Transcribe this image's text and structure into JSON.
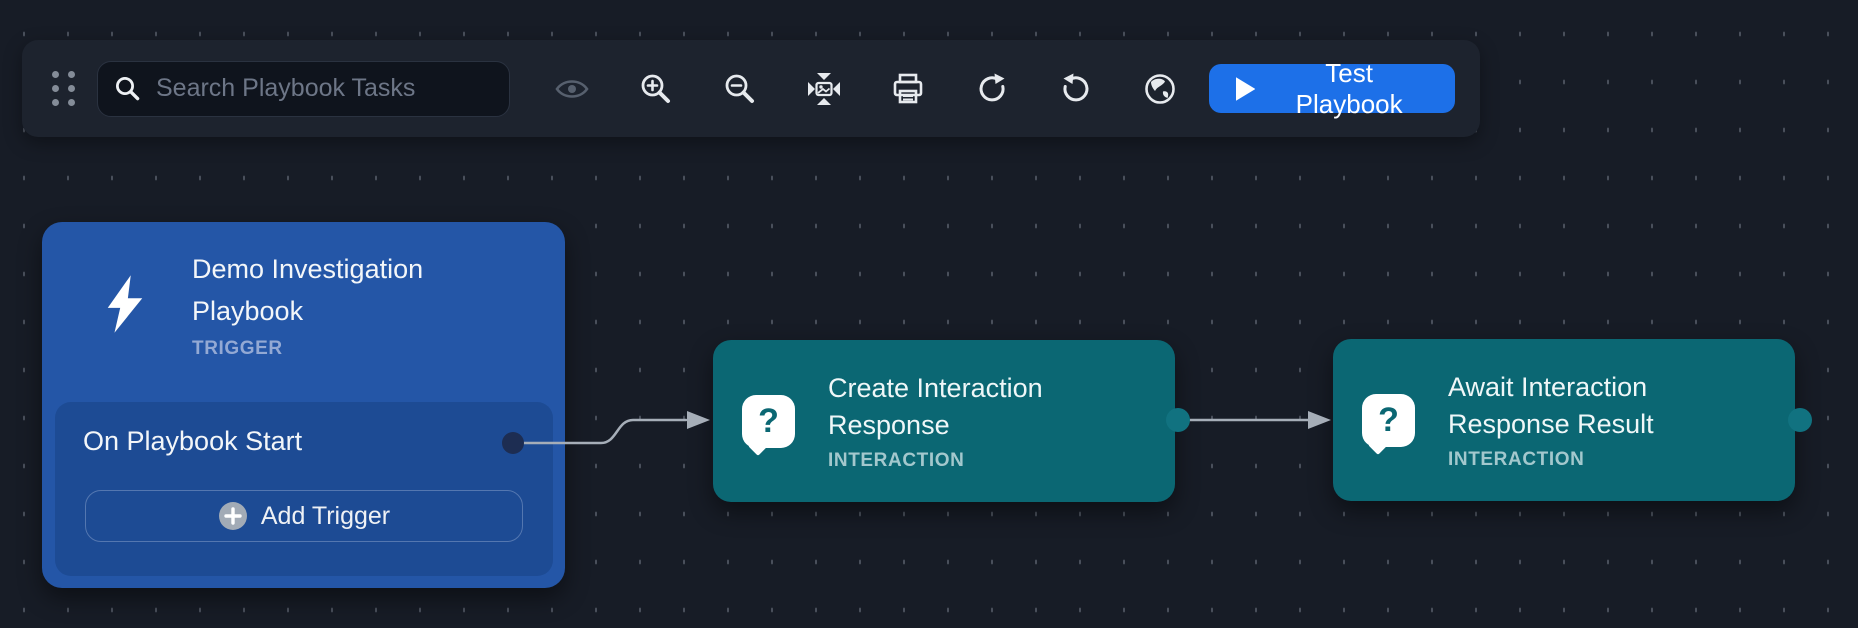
{
  "toolbar": {
    "search_placeholder": "Search Playbook Tasks",
    "test_button_label": "Test Playbook",
    "icons": [
      "drag-handle-icon",
      "search-icon",
      "eye-icon",
      "zoom-in-icon",
      "zoom-out-icon",
      "fit-to-screen-icon",
      "print-icon",
      "redo-icon",
      "undo-icon",
      "globe-icon",
      "play-icon"
    ]
  },
  "glyphs": {
    "question_mark": "?"
  },
  "colors": {
    "canvas_bg": "#171c26",
    "toolbar_bg": "#1d232e",
    "accent_blue": "#1d70e8",
    "trigger_node_bg": "#2456a7",
    "trigger_panel_bg": "#1d4b94",
    "task_node_bg": "#0b6773",
    "connector": "#a6aeb8"
  },
  "nodes": [
    {
      "id": "trigger",
      "title": "Demo Investigation Playbook",
      "type_label": "TRIGGER",
      "icon": "lightning-bolt-icon",
      "items": [
        {
          "label": "On Playbook Start"
        }
      ],
      "add_button_label": "Add Trigger"
    },
    {
      "id": "create-interaction-response",
      "title": "Create Interaction Response",
      "type_label": "INTERACTION",
      "icon": "question-bubble-icon"
    },
    {
      "id": "await-interaction-response-result",
      "title": "Await Interaction Response Result",
      "type_label": "INTERACTION",
      "icon": "question-bubble-icon"
    }
  ]
}
